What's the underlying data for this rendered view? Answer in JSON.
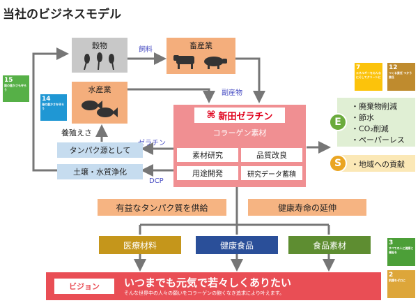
{
  "title": "当社のビジネスモデル",
  "nodes": {
    "grains": "穀物",
    "livestock": "畜産業",
    "fishery": "水産業",
    "protein_source": "タンパク源として",
    "soil_water": "土壌・水質浄化"
  },
  "edge_labels": {
    "feed": "飼料",
    "byproduct": "副産物",
    "aquaculture_feed": "養殖えさ",
    "gelatin": "ゼラチン",
    "dcp": "DCP"
  },
  "company": {
    "name": "新田ゼラチン",
    "subtitle": "コラーゲン素材",
    "cells": [
      "素材研究",
      "品質改良",
      "用途開発",
      "研究データ蓄積"
    ]
  },
  "environment": {
    "badge": "E",
    "items": [
      "廃棄物削減",
      "節水",
      "CO₂削減",
      "ペーパーレス"
    ]
  },
  "social": {
    "badge": "S",
    "items": [
      "地域への貢献"
    ]
  },
  "values": [
    "有益なタンパク質を供給",
    "健康寿命の延伸"
  ],
  "products": [
    "医療材料",
    "健康食品",
    "食品素材"
  ],
  "vision": {
    "label": "ビジョン",
    "headline": "いつまでも元気で若々しくありたい",
    "sub": "そんな世界中の人々の願いをコラーゲンの飽くなき追求により叶えます。"
  },
  "sdgs": [
    {
      "num": "15",
      "text": "陸の豊かさも守ろう",
      "color": "#56b047"
    },
    {
      "num": "14",
      "text": "海の豊かさを守ろう",
      "color": "#1f97d4"
    },
    {
      "num": "7",
      "text": "エネルギーをみんなにそしてクリーンに",
      "color": "#fcc30b"
    },
    {
      "num": "12",
      "text": "つくる責任 つかう責任",
      "color": "#bf8b2e"
    },
    {
      "num": "3",
      "text": "すべての人に健康と福祉を",
      "color": "#4c9f38"
    },
    {
      "num": "2",
      "text": "飢餓をゼロに",
      "color": "#dda63a"
    }
  ],
  "colors": {
    "grains_box": "#c8c8c8",
    "orange_box": "#f4ae7c",
    "blue_box": "#c6dcef",
    "company_box": "#f08f92",
    "company_logo": "#e0001b",
    "green_box": "#e0efd4",
    "yellow_box": "#fbe8b6",
    "value_box": "#f6b482",
    "medical": "#c5961b",
    "health_food": "#2a4f99",
    "food_material": "#5e8d31",
    "vision": "#e94e55",
    "arrow": "#767676"
  }
}
